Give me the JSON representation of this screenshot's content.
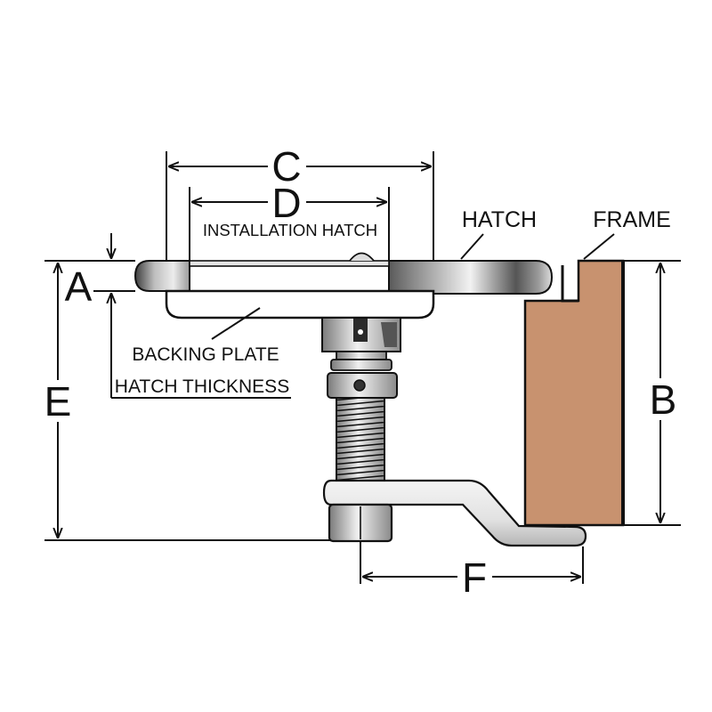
{
  "labels": {
    "dimension_c": "C",
    "dimension_d": "D",
    "installation_hatch": "INSTALLATION HATCH",
    "hatch": "HATCH",
    "frame": "FRAME",
    "dimension_a": "A",
    "backing_plate": "BACKING PLATE",
    "hatch_thickness": "HATCH THICKNESS",
    "dimension_e": "E",
    "dimension_b": "B",
    "dimension_f": "F"
  },
  "colors": {
    "frame": "#c8926f",
    "line": "#111111"
  }
}
